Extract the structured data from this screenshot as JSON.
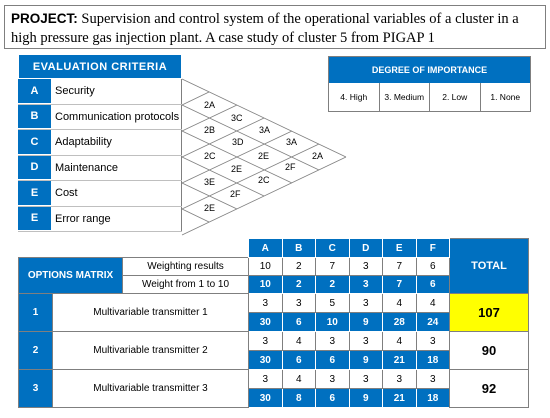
{
  "project": {
    "label": "PROJECT:",
    "text": " Supervision and control system of the operational variables of a cluster in a high pressure gas injection plant. A case study of cluster 5 from PIGAP 1"
  },
  "criteria": {
    "title": "EVALUATION CRITERIA",
    "items": [
      {
        "letter": "A",
        "label": "Security"
      },
      {
        "letter": "B",
        "label": "Communication protocols"
      },
      {
        "letter": "C",
        "label": "Adaptability"
      },
      {
        "letter": "D",
        "label": "Maintenance"
      },
      {
        "letter": "E",
        "label": "Cost"
      },
      {
        "letter": "E",
        "label": "Error range"
      }
    ]
  },
  "pairwise": [
    "2A",
    "3C",
    "2B",
    "3A",
    "3D",
    "3A",
    "2C",
    "2E",
    "2A",
    "2F",
    "2E",
    "3E",
    "2C",
    "2F",
    "2E"
  ],
  "importance": {
    "title": "DEGREE OF IMPORTANCE",
    "levels": [
      "4. High",
      "3. Medium",
      "2. Low",
      "1. None"
    ]
  },
  "matrix": {
    "title": "OPTIONS MATRIX",
    "columns": [
      "A",
      "B",
      "C",
      "D",
      "E",
      "F"
    ],
    "total_label": "TOTAL",
    "weighting_label": "Weighting results",
    "weighting": [
      "10",
      "2",
      "7",
      "3",
      "7",
      "6"
    ],
    "weight10_label": "Weight from 1 to 10",
    "weight10": [
      "10",
      "2",
      "2",
      "3",
      "7",
      "6"
    ],
    "options": [
      {
        "num": "1",
        "name": "Multivariable transmitter 1",
        "scores": [
          "3",
          "3",
          "5",
          "3",
          "4",
          "4"
        ],
        "weighted": [
          "30",
          "6",
          "10",
          "9",
          "28",
          "24"
        ],
        "total": "107"
      },
      {
        "num": "2",
        "name": "Multivariable transmitter 2",
        "scores": [
          "3",
          "4",
          "3",
          "3",
          "4",
          "3"
        ],
        "weighted": [
          "30",
          "6",
          "6",
          "9",
          "21",
          "18"
        ],
        "total": "90"
      },
      {
        "num": "3",
        "name": "Multivariable transmitter 3",
        "scores": [
          "3",
          "4",
          "3",
          "3",
          "3",
          "3"
        ],
        "weighted": [
          "30",
          "8",
          "6",
          "9",
          "21",
          "18"
        ],
        "total": "92"
      }
    ]
  },
  "colors": {
    "accent": "#0070c0",
    "highlight": "#ffff00"
  }
}
